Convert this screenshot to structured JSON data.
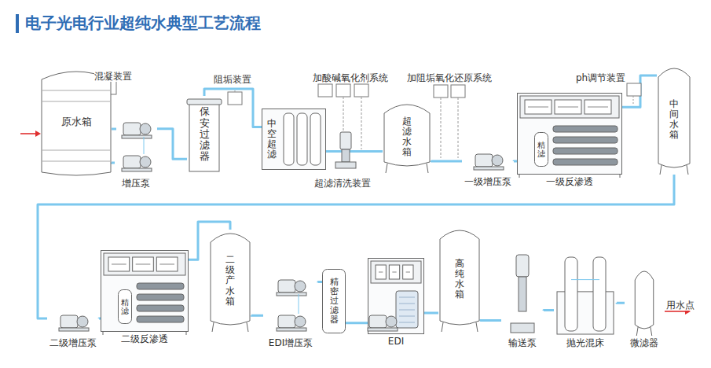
{
  "diagram": {
    "title": "电子光电行业超纯水典型工艺流程",
    "nodes": [
      {
        "text": [
          "原水箱"
        ]
      },
      {
        "text": [
          "增压泵"
        ]
      },
      {
        "text": [
          "保安过滤器"
        ]
      },
      {
        "text": [
          "中空超滤"
        ]
      },
      {
        "text": [
          "超滤水箱"
        ]
      },
      {
        "text": [
          "一级增压泵"
        ]
      },
      {
        "text": [
          "一级反渗透"
        ]
      },
      {
        "text": [
          "精滤"
        ],
        "in": 6
      },
      {
        "text": [
          "中间水箱"
        ]
      },
      {
        "text": [
          "二级增压泵"
        ]
      },
      {
        "text": [
          "二级反渗透"
        ]
      },
      {
        "text": [
          "精滤"
        ],
        "in": 10
      },
      {
        "text": [
          "二级产水箱"
        ]
      },
      {
        "text": [
          "EDI增压泵"
        ]
      },
      {
        "text": [
          "精密过滤器"
        ]
      },
      {
        "text": [
          "EDI"
        ]
      },
      {
        "text": [
          "高纯水箱"
        ]
      },
      {
        "text": [
          "输送泵"
        ]
      },
      {
        "text": [
          "抛光混床"
        ]
      },
      {
        "text": [
          "微滤器"
        ]
      }
    ],
    "edges": [
      {
        "from": 0,
        "to": 1,
        "arrow": "none"
      },
      {
        "from": 1,
        "to": 2,
        "arrow": "none"
      },
      {
        "from": 2,
        "to": 3,
        "arrow": "none"
      },
      {
        "from": 3,
        "to": 4,
        "arrow": "none"
      },
      {
        "from": 4,
        "to": 5,
        "arrow": "none"
      },
      {
        "from": 5,
        "to": 6,
        "arrow": "none"
      },
      {
        "from": 6,
        "to": 8,
        "arrow": "none"
      },
      {
        "from": 8,
        "to": 9,
        "arrow": "none"
      },
      {
        "from": 9,
        "to": 10,
        "arrow": "none"
      },
      {
        "from": 10,
        "to": 12,
        "arrow": "none"
      },
      {
        "from": 12,
        "to": 13,
        "arrow": "none"
      },
      {
        "from": 13,
        "to": 14,
        "arrow": "none"
      },
      {
        "from": 14,
        "to": 15,
        "arrow": "none"
      },
      {
        "from": 15,
        "to": 16,
        "arrow": "none"
      },
      {
        "from": 16,
        "to": 17,
        "arrow": "none"
      },
      {
        "from": 17,
        "to": 18,
        "arrow": "none"
      },
      {
        "from": 18,
        "to": 19,
        "arrow": "none"
      }
    ],
    "labels": [
      "混凝装置",
      "阻垢装置",
      "加酸碱氧化剂系统",
      "加阻垢氧化还原系统",
      "ph调节装置",
      "超滤清洗装置",
      "用水点"
    ]
  }
}
